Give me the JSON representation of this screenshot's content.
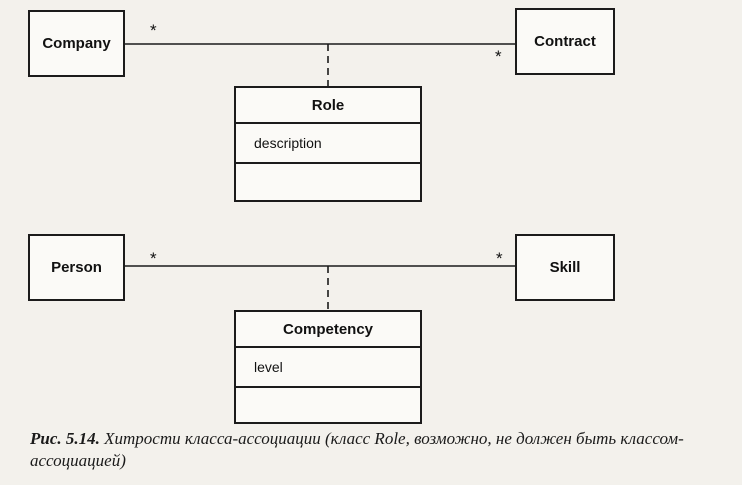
{
  "diagram": {
    "top": {
      "left_class": "Company",
      "right_class": "Contract",
      "left_mult": "*",
      "right_mult": "*",
      "assoc_class": {
        "name": "Role",
        "attribute": "description"
      }
    },
    "bottom": {
      "left_class": "Person",
      "right_class": "Skill",
      "left_mult": "*",
      "right_mult": "*",
      "assoc_class": {
        "name": "Competency",
        "attribute": "level"
      }
    }
  },
  "caption": {
    "label": "Рис. 5.14.",
    "text": "Хитрости класса-ассоциации (класс Role, возможно, не должен быть классом-ассоциацией)"
  },
  "colors": {
    "line": "#1b1b1b",
    "paper": "#f3f1ec"
  }
}
